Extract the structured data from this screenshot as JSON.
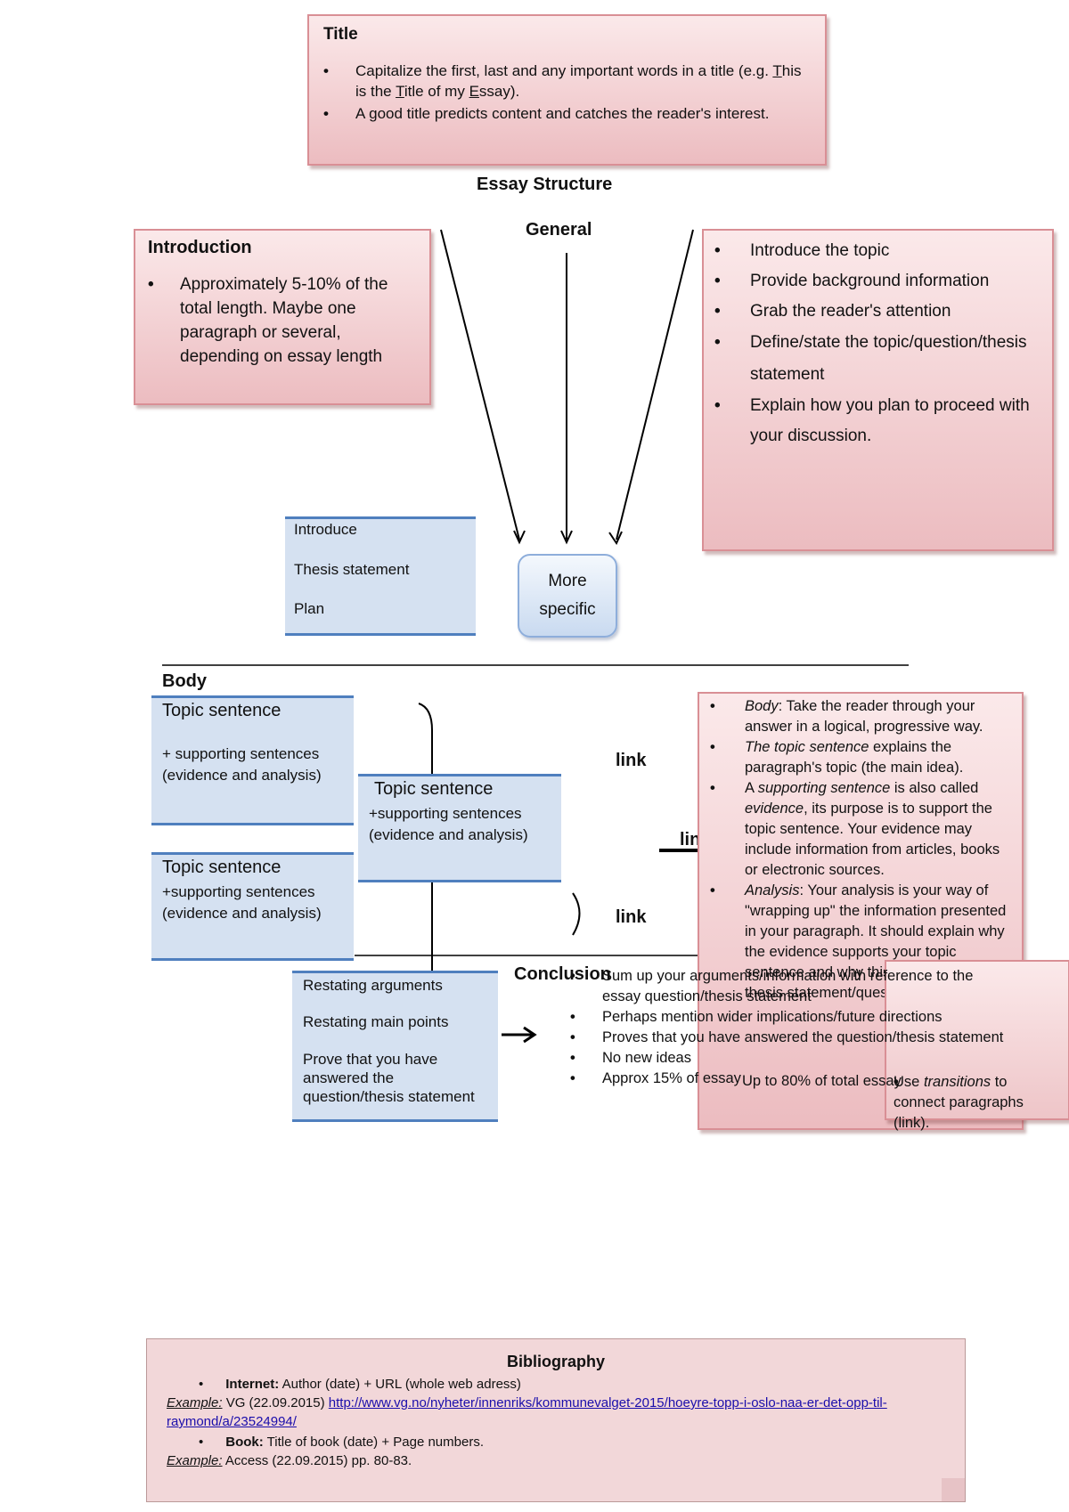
{
  "title_box": {
    "heading": "Title",
    "bullets": [
      {
        "pre": "Capitalize the first, last and any important words in a title (e.g. ",
        "u1": "T",
        "mid1": "his is the ",
        "u2": "T",
        "mid2": "itle of my ",
        "u3": "E",
        "post": "ssay)."
      },
      "A good title predicts content and catches the reader's interest."
    ]
  },
  "diagram_title": "Essay Structure",
  "general_label": "General",
  "intro_box": {
    "heading": "Introduction",
    "bullet": "Approximately 5-10% of the total length.  Maybe one paragraph or several, depending on essay length"
  },
  "intro_points_box": {
    "bullets": [
      "Introduce the topic",
      "Provide background information",
      "Grab the reader's attention",
      "Define/state the topic/question/thesis statement",
      "Explain how you plan to proceed with your discussion."
    ]
  },
  "intro_parts": [
    "Introduce",
    "Thesis statement",
    "Plan"
  ],
  "more_specific": "More specific",
  "body_label": "Body",
  "topic_blocks": [
    {
      "title": "Topic sentence",
      "text": "+ supporting sentences (evidence and analysis)"
    },
    {
      "title": "Topic sentence",
      "text": "+supporting sentences (evidence and analysis)"
    },
    {
      "title": "Topic sentence",
      "text": "+supporting sentences (evidence and analysis)"
    }
  ],
  "links": [
    "link",
    "lin",
    "link"
  ],
  "body_box": {
    "items": [
      {
        "em": "Body",
        "text": ": Take the reader through your answer in a logical, progressive way."
      },
      {
        "em": "The topic sentence",
        "text": " explains the paragraph's topic (the main idea)."
      },
      {
        "pre": "A ",
        "em": "supporting sentence",
        "text": " is also called ",
        "em2": "evidence",
        "text2": ", its purpose is to support the topic sentence. Your evidence may include information from articles, books or electronic sources."
      },
      {
        "em": "Analysis",
        "text": ": Your analysis is your way of \"wrapping up\" the information presented in your paragraph. It should explain why the evidence supports your topic sentence and why this supports the thesis statement/question/essay."
      },
      {
        "pre": "Use ",
        "em": "transitions",
        "text": " to connect paragraphs (link)."
      },
      {
        "text": "Up to 80% of total essay"
      }
    ]
  },
  "conclusion_label": "Conclusion",
  "conclusion_parts": [
    "Restating arguments",
    "Restating main points",
    "Prove that you have answered the question/thesis statement"
  ],
  "conclusion_bullets": [
    "Sum up your arguments/information with reference to the essay question/thesis statement",
    "Perhaps mention wider implications/future directions",
    "Proves that you have answered the question/thesis statement",
    "No new ideas",
    "Approx 15% of essay"
  ],
  "bibliography": {
    "heading": "Bibliography",
    "internet_label": "Internet:",
    "internet_text": " Author (date) + URL (whole web adress)",
    "example_label": "Example:",
    "internet_example_pre": " VG (22.09.2015) ",
    "internet_url": "http://www.vg.no/nyheter/innenriks/kommunevalget-2015/hoeyre-topp-i-oslo-naa-er-det-opp-til-raymond/a/23524994/",
    "book_label": "Book:",
    "book_text": " Title of book (date) + Page numbers.",
    "book_example": " Access (22.09.2015) pp. 80-83."
  }
}
